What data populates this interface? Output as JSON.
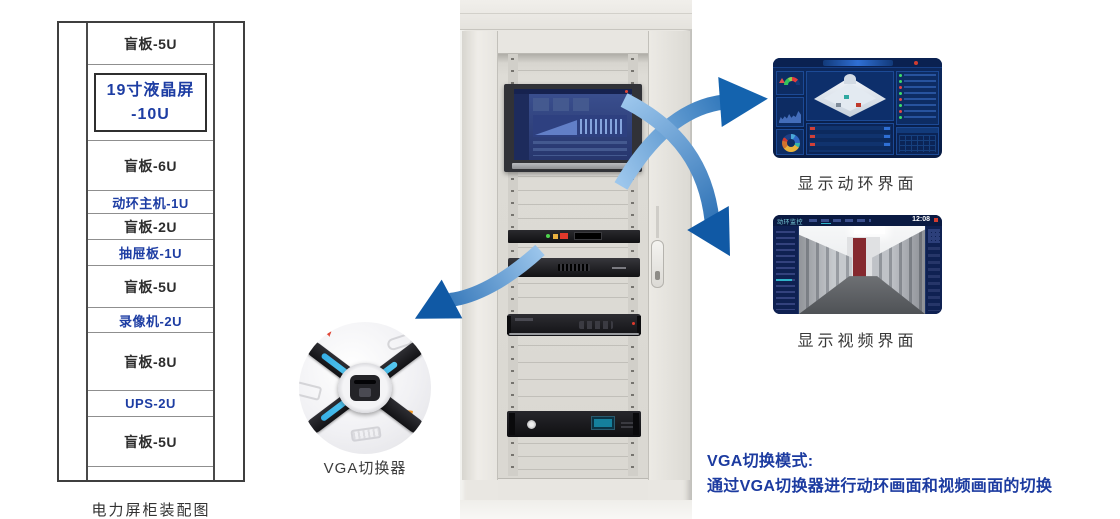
{
  "rack": {
    "caption": "电力屏柜装配图",
    "rows": [
      {
        "label": "盲板-5U",
        "kind": "blank"
      },
      {
        "label": "19寸液晶屏",
        "label2": "-10U",
        "kind": "screen"
      },
      {
        "label": "盲板-6U",
        "kind": "blank"
      },
      {
        "label": "动环主机-1U",
        "kind": "device"
      },
      {
        "label": "盲板-2U",
        "kind": "blank"
      },
      {
        "label": "抽屉板-1U",
        "kind": "device"
      },
      {
        "label": "盲板-5U",
        "kind": "blank"
      },
      {
        "label": "录像机-2U",
        "kind": "device"
      },
      {
        "label": "盲板-8U",
        "kind": "blank"
      },
      {
        "label": "UPS-2U",
        "kind": "device"
      },
      {
        "label": "盲板-5U",
        "kind": "blank"
      },
      {
        "label": "",
        "kind": "blank"
      }
    ]
  },
  "screens": {
    "env": {
      "caption": "显示动环界面"
    },
    "video": {
      "caption": "显示视频界面",
      "logo": "动环监控",
      "clock": "12:08"
    }
  },
  "vga_switcher": {
    "caption": "VGA切换器"
  },
  "note": {
    "line1": "VGA切换模式:",
    "line2": "通过VGA切换器进行动环画面和视频画面的切换"
  },
  "colors": {
    "accent_blue": "#1d3da3",
    "note_blue": "#1c3ba0",
    "arrow_light": "#9cc6ec",
    "arrow_dark": "#1160ac",
    "caption_gray": "#383838"
  }
}
